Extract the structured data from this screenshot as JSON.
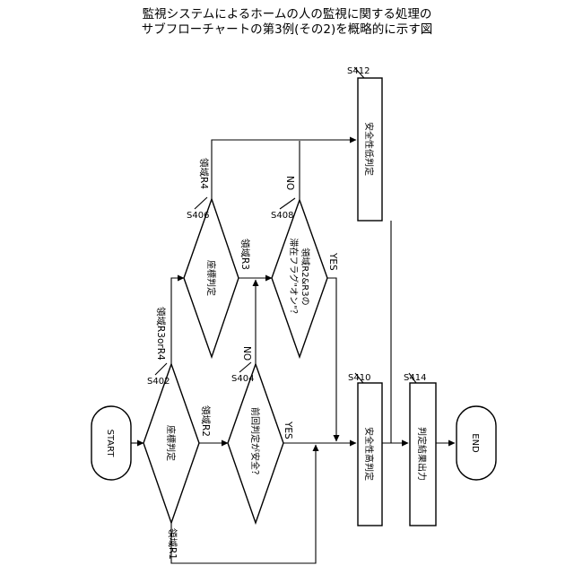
{
  "title": {
    "line1": "監視システムによるホームの人の監視に関する処理の",
    "line2": "サブフローチャートの第3例(その2)を概略的に示す図"
  },
  "terminals": {
    "start": "START",
    "end": "END"
  },
  "decisions": {
    "s402": {
      "step": "S402",
      "text": "座標判定"
    },
    "s404": {
      "step": "S404",
      "text": "前回判定が安全？"
    },
    "s406": {
      "step": "S406",
      "text": "座標判定"
    },
    "s408": {
      "step": "S408",
      "line1": "領域R2&R3の",
      "line2": "滞在フラグ\"オン\"？"
    }
  },
  "processes": {
    "s410": {
      "step": "S410",
      "text": "安全性高判定"
    },
    "s412": {
      "step": "S412",
      "text": "安全性低判定"
    },
    "s414": {
      "step": "S414",
      "text": "判定結果出力"
    }
  },
  "branch_labels": {
    "r1": "領域R1",
    "r2": "領域R2",
    "r3orr4": "領域R3orR4",
    "r3": "領域R3",
    "r4": "領域R4",
    "s404_yes": "YES",
    "s404_no": "NO",
    "s408_yes": "YES",
    "s408_no": "NO"
  }
}
